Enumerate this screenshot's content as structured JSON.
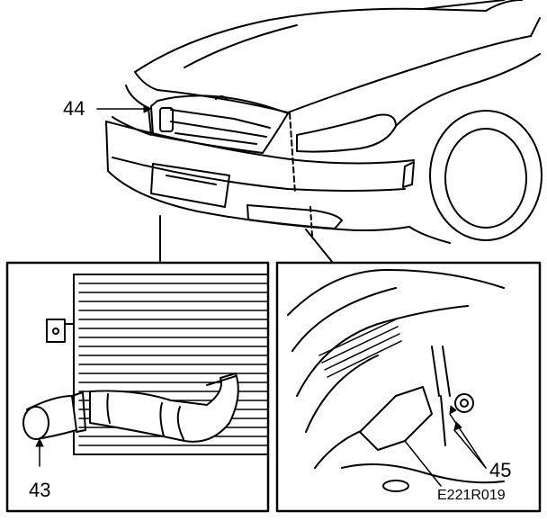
{
  "callouts": {
    "c44": "44",
    "c43": "43",
    "c45": "45"
  },
  "figure_code": "E221R019"
}
